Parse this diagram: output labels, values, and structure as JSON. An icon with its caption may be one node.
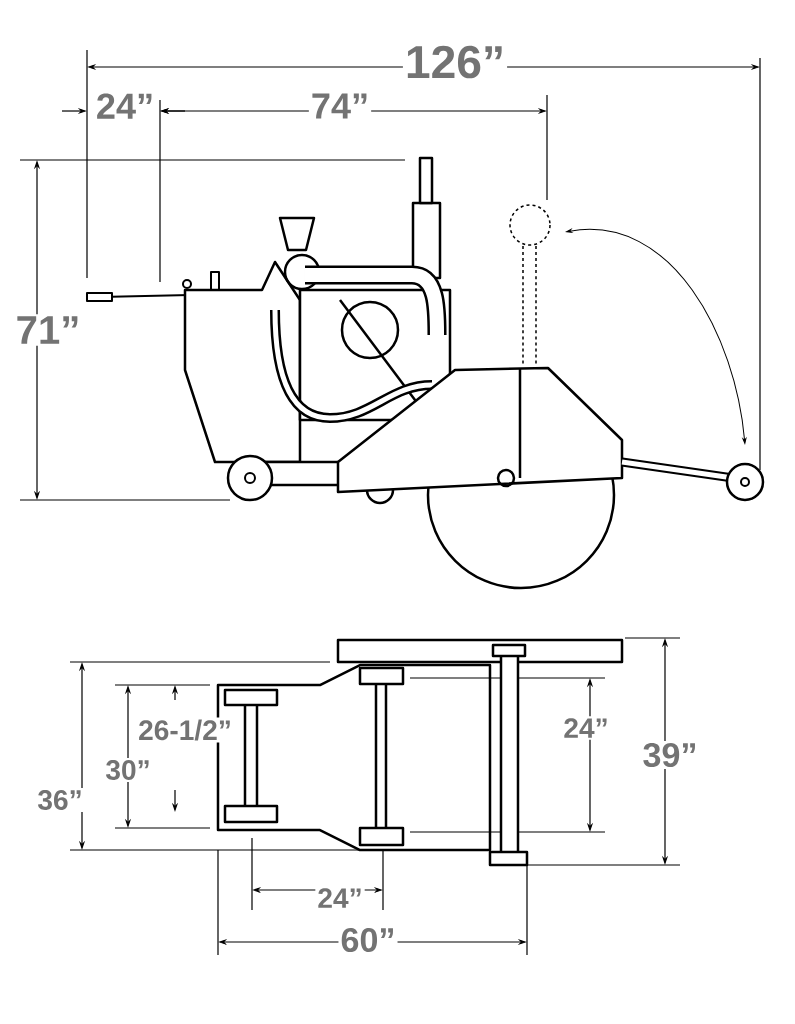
{
  "diagram": {
    "labels": [
      "126”",
      "24”",
      "74”",
      "71”",
      "26-1/2”",
      "24”",
      "39”",
      "30”",
      "36”",
      "24”",
      "60”"
    ]
  }
}
